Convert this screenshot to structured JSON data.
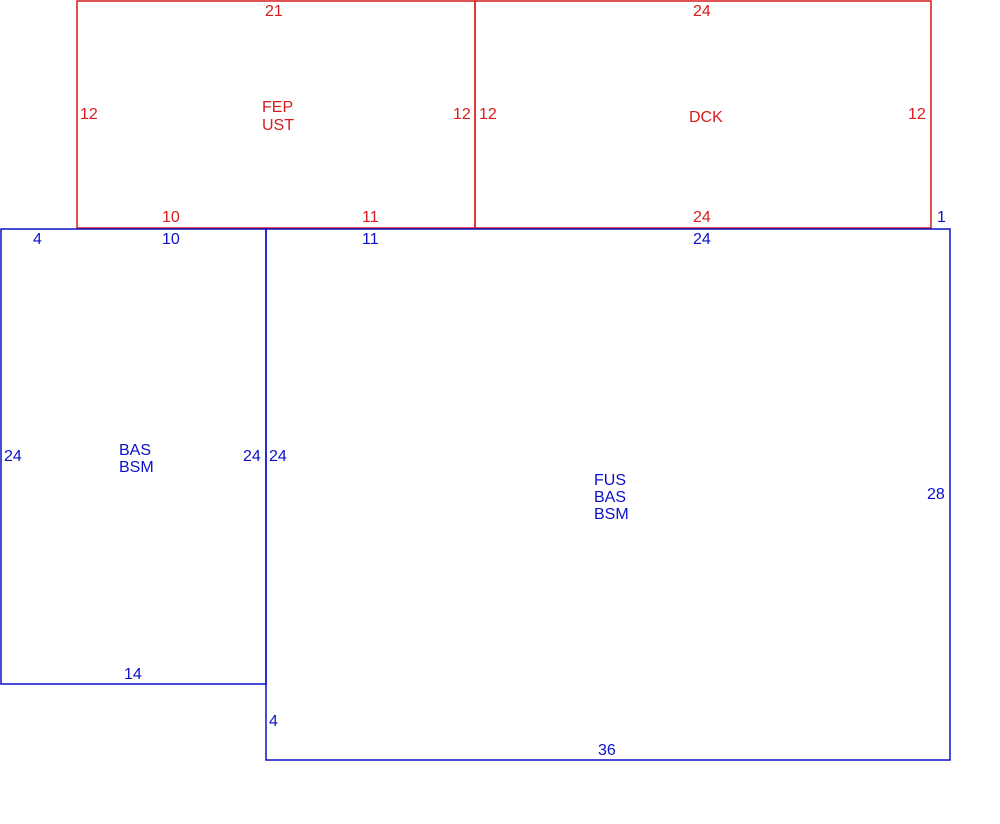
{
  "colors": {
    "upper": "#d81b1b",
    "lower": "#0a10c8"
  },
  "areas": {
    "fep_ust": {
      "codes": [
        "FEP",
        "UST"
      ],
      "dims": {
        "top": "21",
        "left": "12",
        "right": "12",
        "bottom_a": "10",
        "bottom_b": "11"
      }
    },
    "dck": {
      "codes": [
        "DCK"
      ],
      "dims": {
        "top": "24",
        "left": "12",
        "right": "12",
        "bottom": "24",
        "corner": "1"
      }
    },
    "bas_bsm": {
      "codes": [
        "BAS",
        "BSM"
      ],
      "dims": {
        "top_left": "4",
        "top": "10",
        "left": "24",
        "right": "24",
        "bottom": "14"
      }
    },
    "fus_bas_bsm": {
      "codes": [
        "FUS",
        "BAS",
        "BSM"
      ],
      "dims": {
        "top_a": "11",
        "top_b": "24",
        "left": "24",
        "right": "28",
        "step": "4",
        "bottom": "36"
      }
    }
  }
}
